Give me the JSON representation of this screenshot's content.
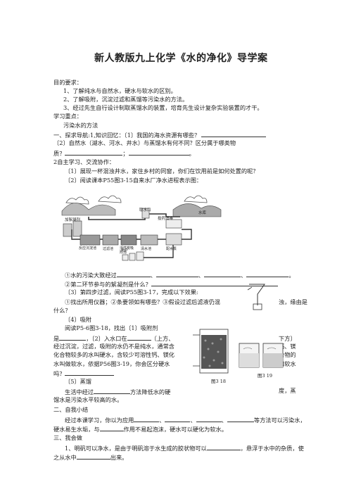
{
  "title": "新人教版九上化学《水的净化》导学案",
  "goals": {
    "heading": "目的要求：",
    "items": [
      "1、了解纯水与自然水，硬水与软水的区别。",
      "2、了解吸附，沉淀过滤和蒸馏等污染水的方法。",
      "3、经过先生自行设计制取蒸馏水的装置，培育先生设计复杂实验装置的才干。"
    ]
  },
  "key": {
    "heading": "学习重点：",
    "text": "污染水的方法"
  },
  "s1": {
    "line1": "一、探求导航:1,知识回忆：〔1〕我国的海水资源有哪些？",
    "line2": "〔2〕自然水（湖水、河水、井水）与蒸馏水有何不同？区分属于哪类物",
    "line3a": "质？",
    "line3b": "；",
    "line3c": "。"
  },
  "s2": {
    "line1": "2自主学习、交流协作：",
    "line2": "〔1〕展现一杯混浊井水，家住乡村的同窗，你们在饮用前是如何处置的呢？",
    "line3": "〔2〕阅读课本P55图3-15自来水厂净水进程表示图："
  },
  "diagram": {
    "labels": {
      "intake": "取水口",
      "disinfect": "投药消毒",
      "reservoir": "水库",
      "flocculant": "加絮凝剂",
      "reaction": "反应沉淀池",
      "filter": "过滤池",
      "carbon": "活性炭吸附池",
      "clean": "清水池",
      "pump": "配水泵",
      "user": "用户"
    }
  },
  "q": {
    "q1a": "①水的污染大致经过",
    "q1b": "、",
    "q1c": "、",
    "q1d": "、",
    "q1e": "。",
    "q2": "②第二环节参与的絮凝剂是什么？",
    "q3": "〔3〕第四步过滤，阅读P55图3-17，完成以下效果:",
    "q4a": "①找出所用仪器；②条要领如有哪些？③假设过滤后滤液仍混",
    "q4b": "浊，缘由是",
    "q4c": "什么？",
    "q5": "〔4〕吸附",
    "q6": "阅读P5-6图3-18，找出〔1〕吸附剂",
    "q7a": "是",
    "q7b": "，〔2〕入水口在",
    "q7c": "〔上方、",
    "q7d": "下方〕",
    "q8a": "经过沉淀，过滤，吸附的水仍不是纯水，通常含",
    "q8b": "钙、镁",
    "q9a": "化合物较多的水叫硬水，含较少可溶性钙、镁化",
    "q9b": "合物的",
    "q10a": "水叫做软水，依据P56图3-19，你会区分硬水",
    "q10b": "和软水",
    "q11": "吗？",
    "fig18": "图3 18",
    "fig19": "图3 19",
    "q12": "〔5〕蒸馏",
    "q13a": "生活中经过",
    "q13b": "方法降低水的硬",
    "q13c": "度，蒸",
    "q14": "馏水是污染水平较高的水。"
  },
  "s3": {
    "heading": "二、自我小结",
    "line1a": "经过本课学习，你以为应用",
    "line1b": "、",
    "line1c": "、",
    "line1d": "、",
    "line1e": "等方法可以污染水，",
    "line2a": "硬水易生水垢，与",
    "line2b": "作用不易起泡沫，硬水可以硬化为软水。"
  },
  "s4": {
    "heading": "三、我会做",
    "line1a": "1、明矾可以净水，是由于明矾溶于水生成的胶状物可以",
    "line1b": "，悬浮于水中的杂质，使",
    "line2a": "之从水中",
    "line2b": "出来。"
  }
}
